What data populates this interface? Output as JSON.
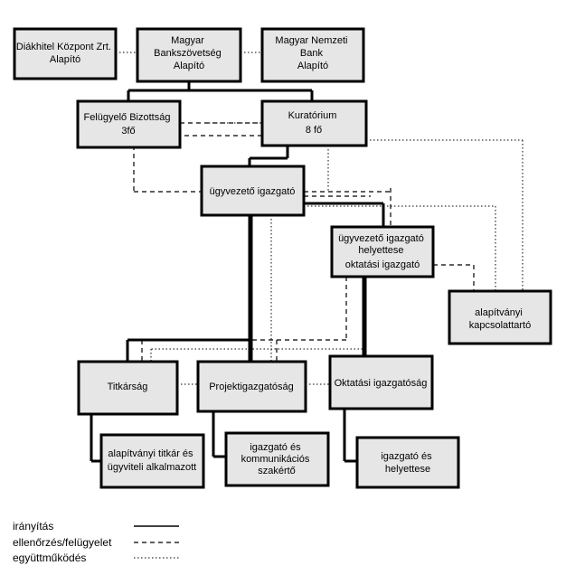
{
  "nodes": {
    "diakhitel": {
      "lines": [
        "Diákhitel Központ Zrt.",
        "Alapító"
      ]
    },
    "bankszovetseg": {
      "lines": [
        "Magyar",
        "Bankszövetség",
        "Alapító"
      ]
    },
    "mnb": {
      "lines": [
        "Magyar Nemzeti",
        "Bank",
        "Alapító"
      ]
    },
    "felugyelo": {
      "lines": [
        "Felügyelő Bizottság",
        "3fő"
      ]
    },
    "kuratorium": {
      "lines": [
        "Kuratórium",
        "8 fő"
      ]
    },
    "ugyvezeto": {
      "lines": [
        "ügyvezető igazgató"
      ]
    },
    "helyettes": {
      "lines": [
        "ügyvezető igazgató",
        "helyettese",
        "oktatási igazgató"
      ]
    },
    "kapcsolattarto": {
      "lines": [
        "alapítványi",
        "kapcsolattartó"
      ]
    },
    "titkarsag": {
      "lines": [
        "Titkárság"
      ]
    },
    "projekt": {
      "lines": [
        "Projektigazgatóság"
      ]
    },
    "oktatasi": {
      "lines": [
        "Oktatási igazgatóság"
      ]
    },
    "titkar": {
      "lines": [
        "alapítványi titkár és",
        "ügyviteli alkalmazott"
      ]
    },
    "szakerto": {
      "lines": [
        "igazgató és",
        "kommunikációs",
        "szakértő"
      ]
    },
    "okt_helyettes": {
      "lines": [
        "igazgató és",
        "helyettese"
      ]
    }
  },
  "legend": [
    {
      "label": "irányítás",
      "style": "solid"
    },
    {
      "label": "ellenőrzés/felügyelet",
      "style": "dashed"
    },
    {
      "label": "együttműködés",
      "style": "dotted"
    }
  ]
}
